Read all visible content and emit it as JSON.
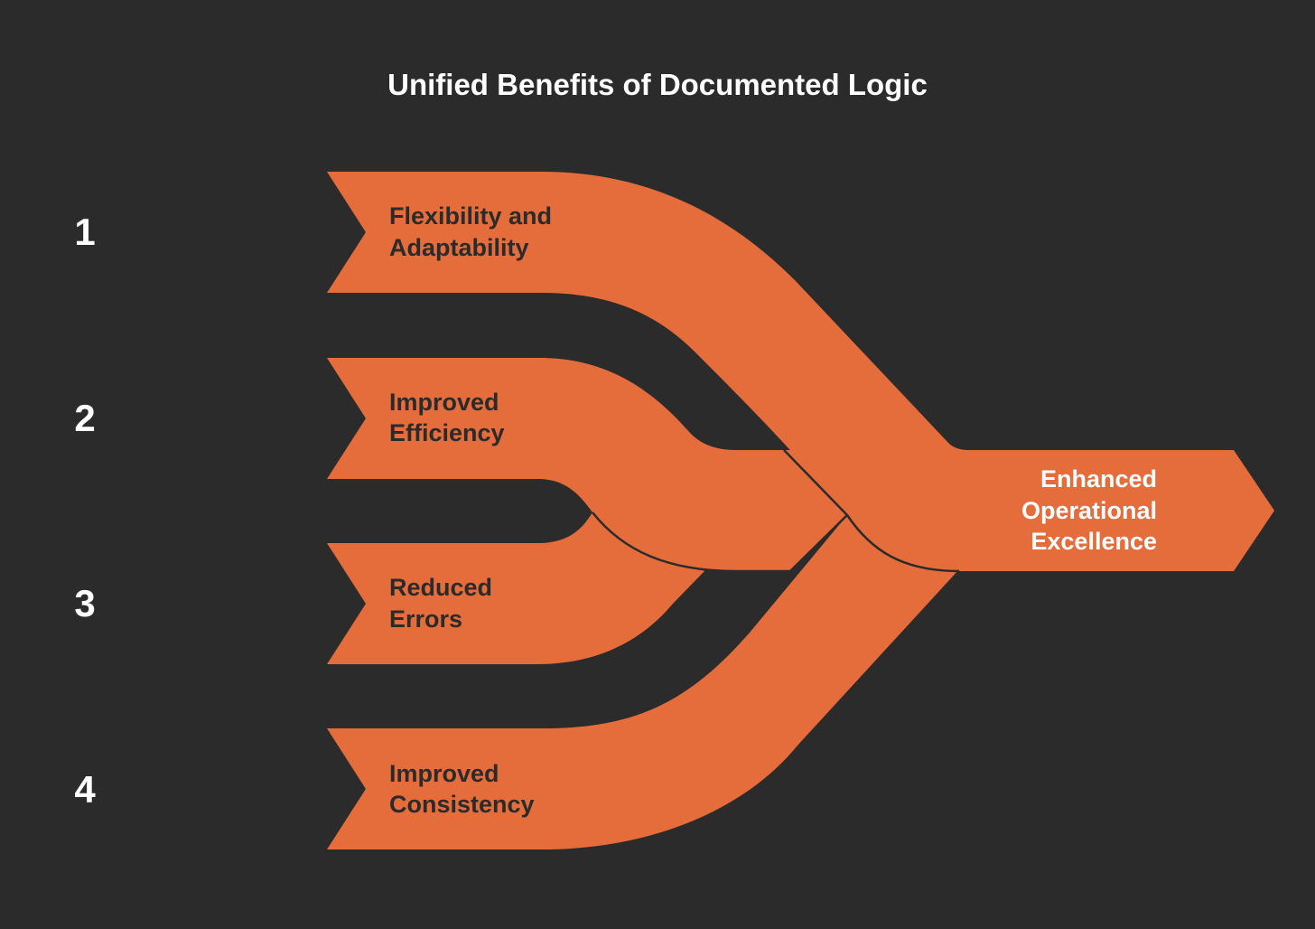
{
  "title": "Unified Benefits of Documented Logic",
  "colors": {
    "background": "#2b2b2b",
    "band": "#e56c3b",
    "dark_text": "#2b2b2b",
    "light_text": "#ffffff"
  },
  "inputs": [
    {
      "number": "1",
      "line1": "Flexibility and",
      "line2": "Adaptability"
    },
    {
      "number": "2",
      "line1": "Improved",
      "line2": "Efficiency"
    },
    {
      "number": "3",
      "line1": "Reduced",
      "line2": "Errors"
    },
    {
      "number": "4",
      "line1": "Improved",
      "line2": "Consistency"
    }
  ],
  "output": {
    "line1": "Enhanced",
    "line2": "Operational",
    "line3": "Excellence"
  }
}
